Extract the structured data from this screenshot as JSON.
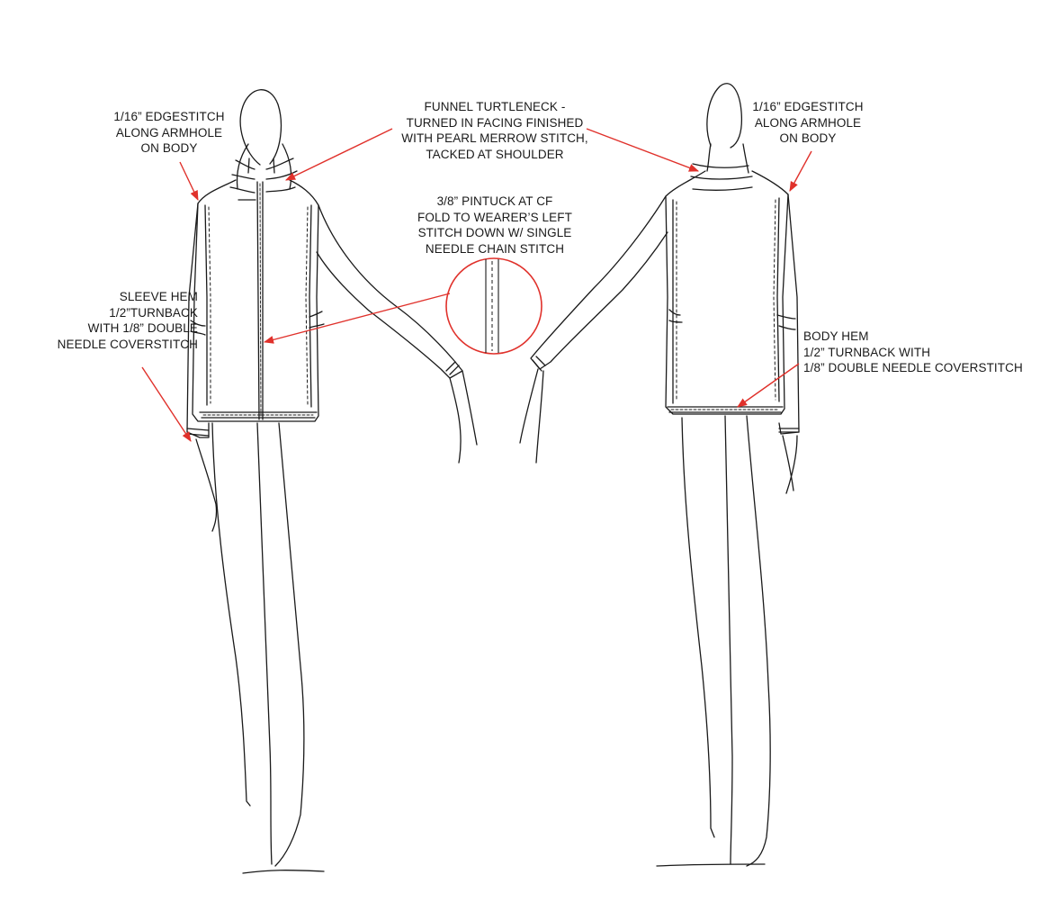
{
  "palette": {
    "ink": "#1a1a1a",
    "annotation": "#e0312b",
    "background": "#ffffff"
  },
  "views": [
    "front-view",
    "back-view"
  ],
  "callouts": {
    "front_armhole": {
      "lines": [
        "1/16” EDGESTITCH",
        "ALONG ARMHOLE",
        "ON BODY"
      ]
    },
    "turtleneck": {
      "lines": [
        "FUNNEL TURTLENECK -",
        "TURNED IN FACING FINISHED",
        "WITH PEARL MERROW STITCH,",
        "TACKED AT SHOULDER"
      ]
    },
    "pintuck": {
      "lines": [
        "3/8” PINTUCK AT CF",
        "FOLD TO WEARER’S LEFT",
        "STITCH DOWN W/ SINGLE",
        "NEEDLE CHAIN STITCH"
      ]
    },
    "sleeve_hem": {
      "lines": [
        "SLEEVE HEM",
        "1/2”TURNBACK",
        "WITH 1/8” DOUBLE",
        "NEEDLE COVERSTITCH"
      ]
    },
    "back_armhole": {
      "lines": [
        "1/16” EDGESTITCH",
        "ALONG ARMHOLE",
        "ON BODY"
      ]
    },
    "body_hem": {
      "lines": [
        "BODY HEM",
        "1/2” TURNBACK WITH",
        "1/8” DOUBLE NEEDLE COVERSTITCH"
      ]
    }
  }
}
